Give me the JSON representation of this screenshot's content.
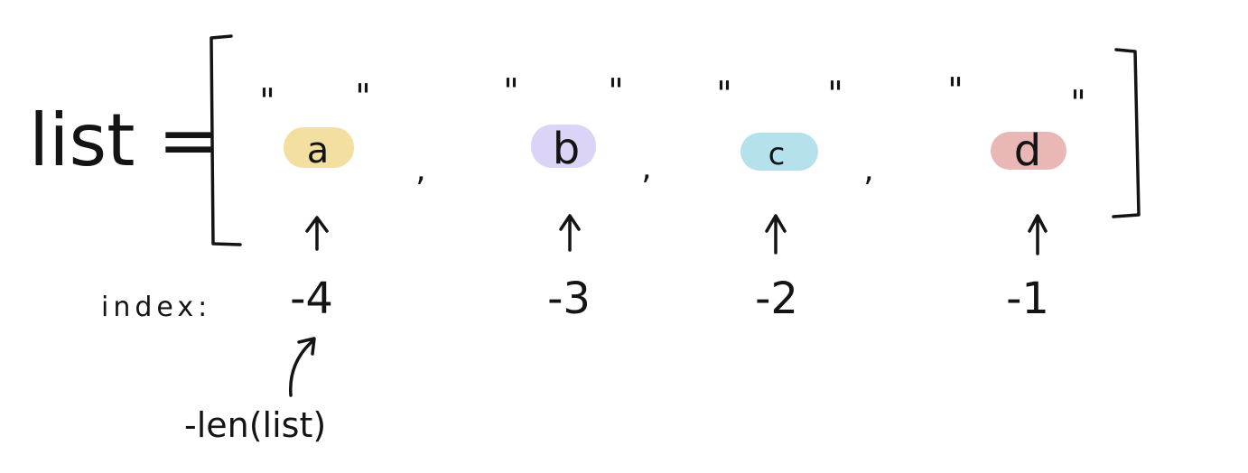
{
  "diagram": {
    "list_label": "list =",
    "quote_mark": "\"",
    "comma": ",",
    "index_label": "index:",
    "len_label": "-len(list)",
    "elements": [
      {
        "value": "a",
        "highlight": "#f3e0a0",
        "index": "-4"
      },
      {
        "value": "b",
        "highlight": "#dcd4f7",
        "index": "-3"
      },
      {
        "value": "c",
        "highlight": "#b4e1ec",
        "index": "-2"
      },
      {
        "value": "d",
        "highlight": "#e9b8b6",
        "index": "-1"
      }
    ]
  }
}
